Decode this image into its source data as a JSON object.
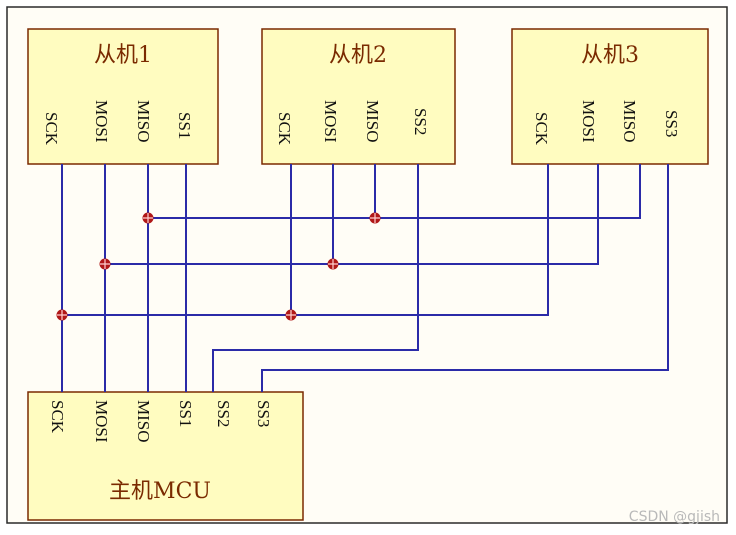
{
  "slaves": [
    {
      "title": "从机1",
      "pins": [
        "SCK",
        "MOSI",
        "MISO",
        "SS1"
      ]
    },
    {
      "title": "从机2",
      "pins": [
        "SCK",
        "MOSI",
        "MISO",
        "SS2"
      ]
    },
    {
      "title": "从机3",
      "pins": [
        "SCK",
        "MOSI",
        "MISO",
        "SS3"
      ]
    }
  ],
  "master": {
    "title": "主机MCU",
    "pins": [
      "SCK",
      "MOSI",
      "MISO",
      "SS1",
      "SS2",
      "SS3"
    ]
  },
  "colors": {
    "chip_fill": "#fffcc0",
    "chip_border": "#7a2a00",
    "wire": "#2b2ba8",
    "junction": "#b01818",
    "frame": "#2a2a2a"
  },
  "watermark": "CSDN @gjish"
}
